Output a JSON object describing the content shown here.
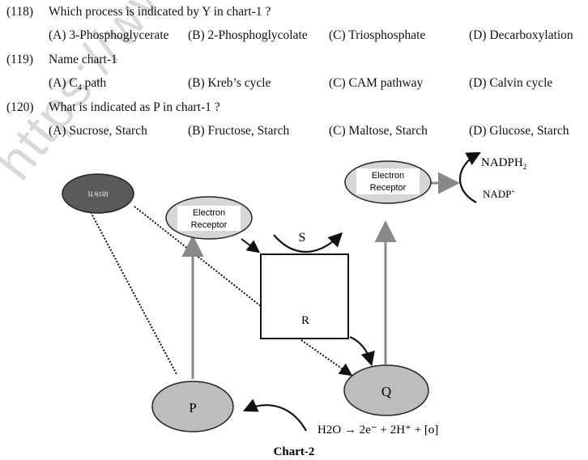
{
  "watermark": "https://www.studie",
  "questions": [
    {
      "number": "(118)",
      "text": "Which process is indicated by Y in chart-1 ?",
      "options": [
        "(A) 3-Phosphoglycerate",
        "(B) 2-Phosphoglycolate",
        "(C) Triosphosphate",
        "(D) Decarboxylation"
      ]
    },
    {
      "number": "(119)",
      "text": "Name chart-1",
      "options": [
        "(A) C",
        "(B) Kreb’s cycle",
        "(C) CAM pathway",
        "(D) Calvin cycle"
      ],
      "option_a_subscript": "4",
      "option_a_suffix": " path"
    },
    {
      "number": "(120)",
      "text": "What is indicated as P in chart-1 ?",
      "options": [
        "(A) Sucrose, Starch",
        "(B) Fructose, Starch",
        "(C) Maltose, Starch",
        "(D) Glucose, Starch"
      ]
    }
  ],
  "diagram": {
    "caption": "Chart-2",
    "light_label": "પ્રકાશ",
    "electron_receptor_1": [
      "Electron",
      "Receptor"
    ],
    "electron_receptor_2": [
      "Electron",
      "Receptor"
    ],
    "nadph": "NADPH",
    "nadph_sub": "2",
    "nadp": "NADP",
    "nadp_sup": "+",
    "label_s": "S",
    "label_r": "R",
    "label_p": "P",
    "label_q": "Q",
    "equation": "H2O → 2e⁻ + 2H⁺ + [o]"
  }
}
